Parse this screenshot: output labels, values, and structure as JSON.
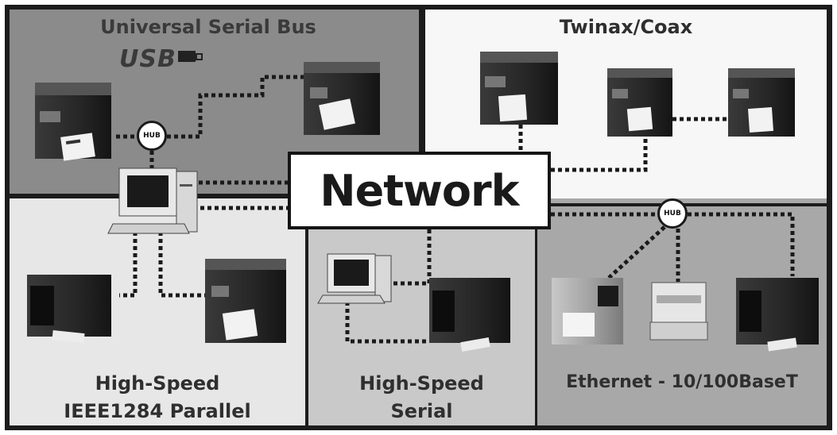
{
  "center": {
    "label": "Network"
  },
  "quadrants": {
    "usb": {
      "title": "Universal Serial Bus",
      "logo_text": "USB"
    },
    "twinax": {
      "title": "Twinax/Coax"
    },
    "parallel": {
      "title_line1": "High-Speed",
      "title_line2": "IEEE1284 Parallel"
    },
    "serial": {
      "title_line1": "High-Speed",
      "title_line2": "Serial"
    },
    "ethernet": {
      "title": "Ethernet - 10/100BaseT"
    }
  },
  "hubs": {
    "usb_hub": "HUB",
    "ethernet_hub": "HUB"
  },
  "colors": {
    "usb_panel": "#8b8b8b",
    "twinax_panel": "#f7f7f7",
    "parallel_panel": "#e7e7e7",
    "serial_panel": "#c9c9c9",
    "ethernet_panel": "#a8a8a8",
    "connection_line": "#1a1a1a"
  }
}
